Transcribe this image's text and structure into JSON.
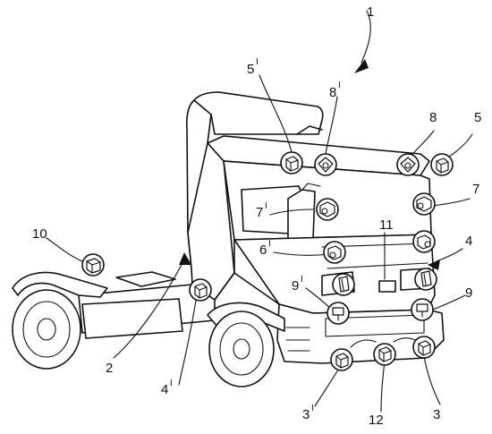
{
  "labels": {
    "l1": "1",
    "l2": "2",
    "l3": "3",
    "l3p": "3",
    "l4": "4",
    "l4p": "4",
    "l5": "5",
    "l5p": "5",
    "l6p": "6",
    "l7": "7",
    "l7p": "7",
    "l8": "8",
    "l8p": "8",
    "l9": "9",
    "l9p": "9",
    "l10": "10",
    "l11": "11",
    "l12": "12",
    "prime": "I"
  }
}
